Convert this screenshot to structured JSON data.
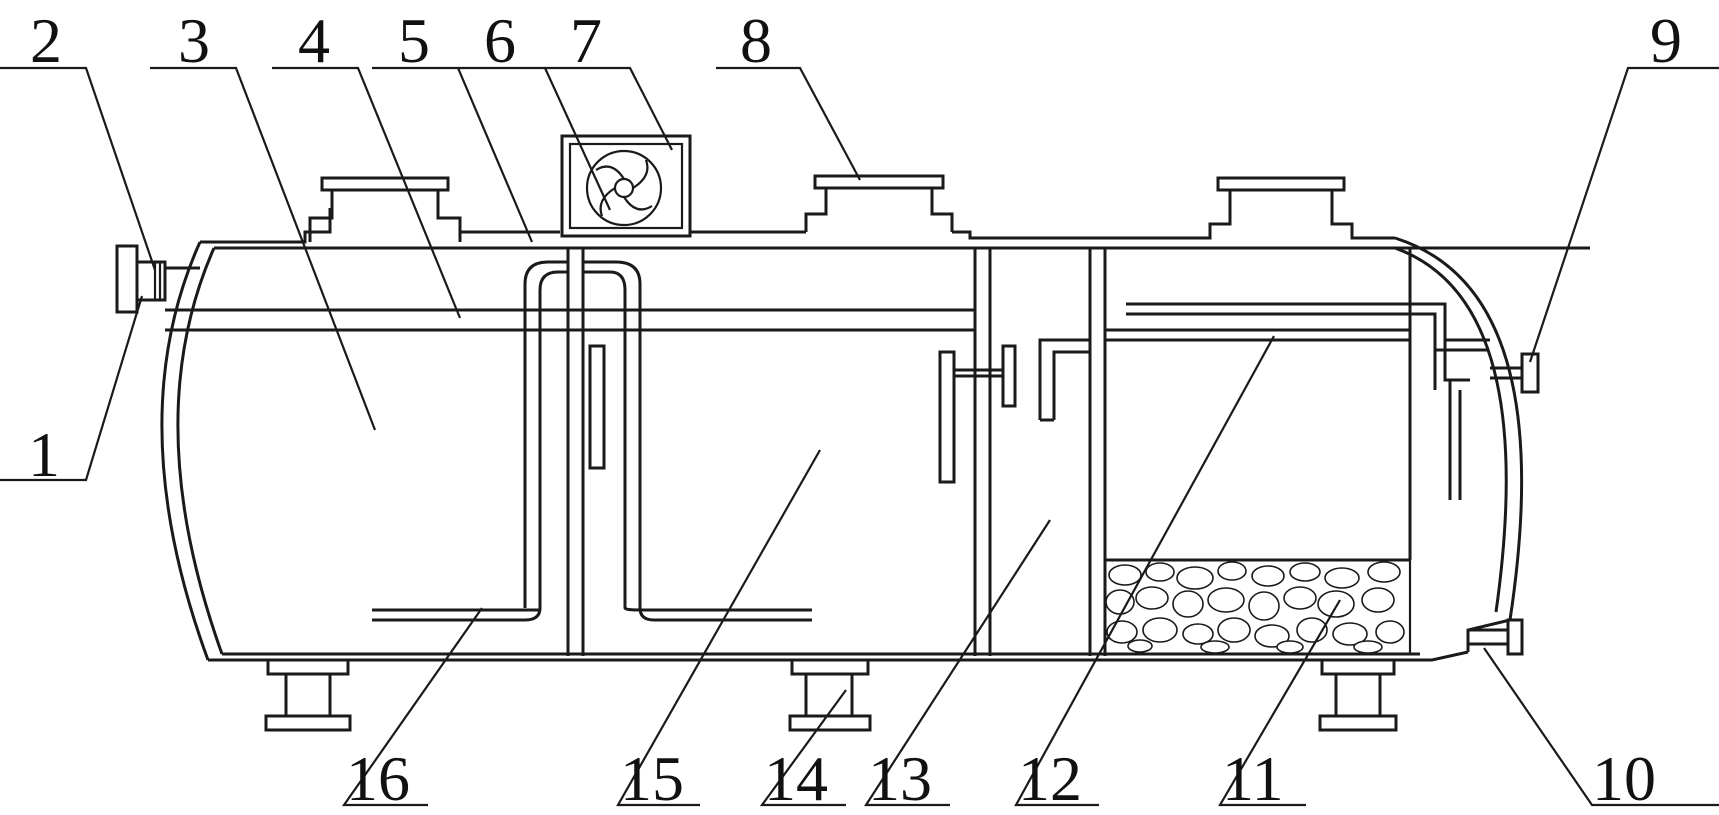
{
  "figure": {
    "description_labels": [
      {
        "id": "1",
        "text": "1"
      },
      {
        "id": "2",
        "text": "2"
      },
      {
        "id": "3",
        "text": "3"
      },
      {
        "id": "4",
        "text": "4"
      },
      {
        "id": "5",
        "text": "5"
      },
      {
        "id": "6",
        "text": "6"
      },
      {
        "id": "7",
        "text": "7"
      },
      {
        "id": "8",
        "text": "8"
      },
      {
        "id": "9",
        "text": "9"
      },
      {
        "id": "10",
        "text": "10"
      },
      {
        "id": "11",
        "text": "11"
      },
      {
        "id": "12",
        "text": "12"
      },
      {
        "id": "13",
        "text": "13"
      },
      {
        "id": "14",
        "text": "14"
      },
      {
        "id": "15",
        "text": "15"
      },
      {
        "id": "16",
        "text": "16"
      }
    ]
  },
  "colors": {
    "line": "#1a1a1a",
    "background": "#ffffff"
  }
}
